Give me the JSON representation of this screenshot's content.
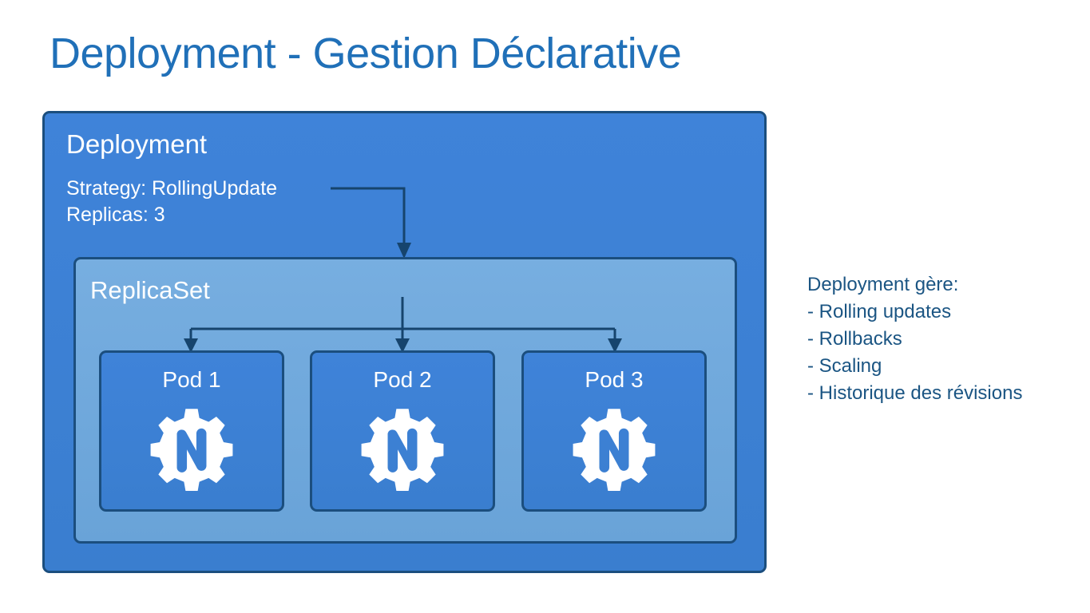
{
  "slide": {
    "title": "Deployment - Gestion Déclarative",
    "title_color": "#2070b8",
    "background_color": "#ffffff"
  },
  "deployment": {
    "label": "Deployment",
    "fill_color": "#3f83d9",
    "border_color": "#1b4e7e",
    "meta": [
      "Strategy: RollingUpdate",
      "Replicas: 3"
    ],
    "strategy_key": "Strategy",
    "strategy_value": "RollingUpdate",
    "replicas_key": "Replicas",
    "replicas_value": "3"
  },
  "replicaset": {
    "label": "ReplicaSet",
    "fill_color": "#6fa8dc",
    "border_color": "#1b4e7e"
  },
  "pods": [
    {
      "label": "Pod 1",
      "icon": "gear-n-icon"
    },
    {
      "label": "Pod 2",
      "icon": "gear-n-icon"
    },
    {
      "label": "Pod 3",
      "icon": "gear-n-icon"
    }
  ],
  "pod_style": {
    "fill_color": "#3f83d9",
    "border_color": "#1b4e7e",
    "icon_color": "#ffffff"
  },
  "connectors": {
    "strategy_to_replicaset": "elbow-arrow-down",
    "replicaset_to_pods": "fanout-three-arrows-down",
    "color": "#16446d"
  },
  "notes": {
    "heading": "Deployment gère:",
    "items": [
      "- Rolling updates",
      "- Rollbacks",
      "- Scaling",
      "- Historique des révisions"
    ],
    "text_color": "#1b5583"
  }
}
